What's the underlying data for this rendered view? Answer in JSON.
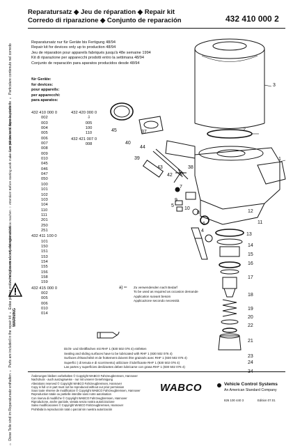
{
  "header": {
    "line1": "Reparatursatz ◆ Jeu de réparation ◆ Repair kit",
    "line2": "Corredo di riparazione ◆ Conjunto de reparación",
    "part_number": "432 410 000 2"
  },
  "note": {
    "lines": [
      "Reparatursatz nur für Geräte bis Fertigung 48/94",
      "Repair kit for devices only up to production 48/94",
      "Jeu de réparation pour appareils fabriqués jusqu'à 48e semaine 1994",
      "Kit di riparazione per apparecchi prodotti entro la settimana 48/94",
      "Conjunto de reparación para aparatos producidos desde 48/94"
    ]
  },
  "devices_label": [
    "für Geräte:",
    "for devices:",
    "pour appareils:",
    "per apparecchi:",
    "para aparatos:"
  ],
  "device_numbers": {
    "col1": [
      "432 410 000 0",
      "002",
      "003",
      "004",
      "005",
      "006",
      "007",
      "008",
      "009",
      "010",
      "045",
      "046",
      "047",
      "050",
      "100",
      "101",
      "102",
      "103",
      "104",
      "110",
      "111",
      "201",
      "250",
      "251",
      "432 411 100 0",
      "101",
      "150",
      "151",
      "153",
      "154",
      "155",
      "156",
      "158",
      "159",
      "432 415 000 0",
      "002",
      "005",
      "006",
      "010",
      "014"
    ],
    "col2": [
      "432 420 000 0",
      "⇩",
      "005",
      "100",
      "110",
      "432 421 007 0",
      "008"
    ]
  },
  "callouts": [
    "1",
    "2",
    "3",
    "4",
    "5",
    "6",
    "7",
    "8",
    "9",
    "10",
    "11",
    "12",
    "13",
    "14",
    "15",
    "16",
    "17",
    "18",
    "19",
    "20",
    "21",
    "22",
    "23",
    "24",
    "34",
    "37",
    "38",
    "39",
    "40",
    "42",
    "43",
    "44",
    "45"
  ],
  "legend": {
    "lines": [
      "Zu verwendenden nach Bedarf",
      "To be used as required as occasion demande",
      "Application suivant besoin",
      "Applicazione secondo necessità"
    ]
  },
  "lubrication": {
    "lines": [
      "Dicht- und Gleitflächen mit RHF 1 (830 502 076 4) einfetten",
      "Sealing and sliding surfaces have to be lubricated with RHF 1 (830 502 076 4)",
      "Surfaces d'étanchéité et de frottement doivent être graissés avec RHF 1 (830 502 076 4)",
      "Superfici ( di tenuta e di scorrimento) utilizzare il lubrificante RHF 1 (830 502 076 4)",
      "Las partes y superficies deslizantes deben lubricarse con grasa RHF 1 (830 502 076 4)"
    ]
  },
  "copyright": {
    "lines": [
      "Änderungen bleiben vorbehalten © Copyright WABCO Fahrzeugbremsen, Hannover",
      "Nachdruck - auch auszugsweise - nur mit unserer Genehmigung",
      "Alterations reserved © Copyright WABCO Fahrzeugbremsen, Hannover",
      "Copy in full or in part must not be reproduced without our prior permission",
      "Sous toute réserve de modification © Copyright WABCO Fahrzeugbremsen, Hannover",
      "Reproduction totale ou partielle interdite sans notre autorisation",
      "Con riserva di modifiche © Copyright WABCO Fahrzeugbremsen, Hannover",
      "Riproduzione, anche parziale, vietata senza nostra autorizzazione",
      "Salvo modificaciones © Copyright WABCO Fahrzeugbremsen, Hannover",
      "Prohibida la reproducción total o parcial sin nuestra autorización"
    ]
  },
  "brand": {
    "logo": "WABCO",
    "company": "Vehicle Control Systems",
    "subtitle": "An American Standard Company",
    "doc_number": "826 100 440 3",
    "edition": "Edition 07.01"
  },
  "side_text": {
    "left_top": "○ Les pièces sont dans la pochette ○ Particolare contenuto nel corredo",
    "left_bottom": "○ Diese Teile sind im Reparatursatz enthalten ○ Parts are included in the repair kit ○ Estas piezas están incluidas en el conj. de reparación",
    "warning_label": "WARNING",
    "warning_text": "Achtung! Gerät vor Arbeitsbeginn drucklos machen ○ Attention! Before starting work make sure the device is depressurized"
  },
  "colors": {
    "ink": "#111111",
    "paper": "#ffffff"
  }
}
